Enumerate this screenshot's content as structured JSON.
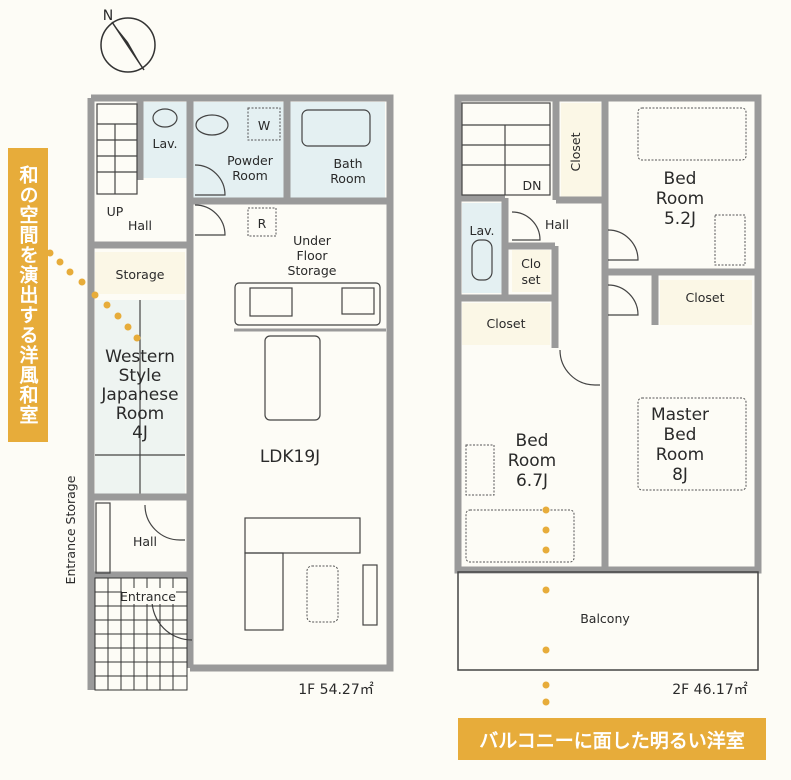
{
  "compass": {
    "north_label": "N"
  },
  "floor1": {
    "area_label": "1F 54.27㎡",
    "rooms": {
      "lav": [
        "Lav."
      ],
      "powder": [
        "Powder",
        "Room"
      ],
      "washer": "W",
      "bath": [
        "Bath",
        "Room"
      ],
      "stairs_up": "UP",
      "hall_top": "Hall",
      "fridge": "R",
      "under_floor": [
        "Under",
        "Floor",
        "Storage"
      ],
      "storage": "Storage",
      "japanese": [
        "Western",
        "Style",
        "Japanese",
        "Room",
        "4J"
      ],
      "ldk": "LDK19J",
      "hall_bottom": "Hall",
      "entrance": "Entrance",
      "entrance_storage": "Entrance Storage"
    }
  },
  "floor2": {
    "area_label": "2F 46.17㎡",
    "rooms": {
      "closet_top": "Closet",
      "stairs_dn": "DN",
      "hall": "Hall",
      "lav": "Lav.",
      "closet_small": [
        "Clo",
        "set"
      ],
      "closet_left": "Closet",
      "closet_right": "Closet",
      "bed1": [
        "Bed",
        "Room",
        "5.2J"
      ],
      "bed2": [
        "Bed",
        "Room",
        "6.7J"
      ],
      "master": [
        "Master",
        "Bed",
        "Room",
        "8J"
      ],
      "balcony": "Balcony"
    }
  },
  "callouts": {
    "japanese_room": "和の空間を演出する洋風和室",
    "bedroom": "バルコニーに面した明るい洋室"
  },
  "colors": {
    "wall": "#9a9a9a",
    "wet_area": "#e4f0f2",
    "storage": "#fbf7e6",
    "accent": "#e7ac3a"
  }
}
